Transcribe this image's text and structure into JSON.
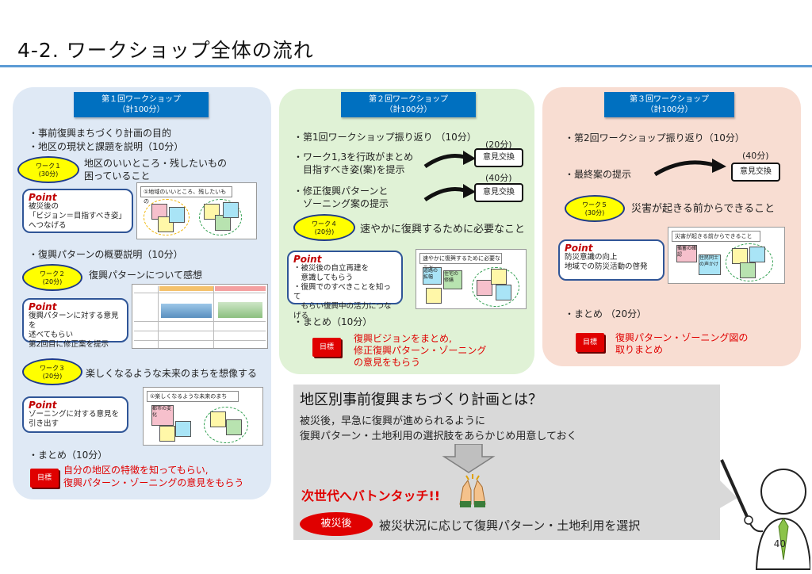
{
  "title": "4-2. ワークショップ全体の流れ",
  "page_number": "40",
  "ws1": {
    "ribbon_line1": "第１回ワークショップ",
    "ribbon_line2": "（計100分）",
    "items": [
      "・事前復興まちづくり計画の目的",
      "・地区の現状と課題を説明（10分）"
    ],
    "work1_label": "ワーク１",
    "work1_time": "(30分)",
    "work1_text1": "地区のいいところ・残したいもの",
    "work1_text2": "困っていること",
    "point1_title": "Point",
    "point1_lines": [
      "被災後の",
      "「ビジョン＝目指すべき姿」",
      "へつなげる"
    ],
    "thumb1_title": "①地域のいいところ、残したいもの",
    "item3": "・復興パターンの概要説明（10分）",
    "work2_label": "ワーク２",
    "work2_time": "(20分)",
    "work2_text": "復興パターンについて感想",
    "point2_title": "Point",
    "point2_lines": [
      "復興パターンに対する意見を",
      "述べてもらい",
      "第2回目に修正案を提示"
    ],
    "work3_label": "ワーク３",
    "work3_time": "(20分)",
    "work3_text": "楽しくなるような未来のまちを想像する",
    "point3_title": "Point",
    "point3_lines": [
      "ゾーニングに対する意見を",
      "引き出す"
    ],
    "thumb3_title": "①楽しくなるような未来のまち",
    "thumb3_note": "都市の変化",
    "summary": "・まとめ（10分）",
    "goal_label": "目標",
    "goal_text1": "自分の地区の特徴を知ってもらい,",
    "goal_text2": "復興パターン・ゾーニングの意見をもらう"
  },
  "ws2": {
    "ribbon_line1": "第２回ワークショップ",
    "ribbon_line2": "（計100分）",
    "item1": "・第1回ワークショップ振り返り （10分）",
    "item2a": "・ワーク1,3を行政がまとめ",
    "item2b": "　目指すべき姿(案)を提示",
    "time_a": "(20分)",
    "exchange_a": "意見交換",
    "item3a": "・修正復興パターンと",
    "item3b": "　ゾーニング案の提示",
    "time_b": "(40分)",
    "exchange_b": "意見交換",
    "work4_label": "ワーク４",
    "work4_time": "(20分)",
    "work4_text": "速やかに復興するために必要なこと",
    "point_title": "Point",
    "point_lines": [
      "・被災後の自立再建を",
      "　意識してもらう",
      "・復興でのすべきことを知って",
      "　もらい復興中の活力につなげる"
    ],
    "thumb_title": "速やかに復興するために必要なこと",
    "thumb_note1": "道路の拡幅",
    "thumb_note2": "住宅の修繕",
    "summary": "・まとめ（10分）",
    "goal_label": "目標",
    "goal_text1": "復興ビジョンをまとめ,",
    "goal_text2": "修正復興パターン・ゾーニング",
    "goal_text3": "の意見をもらう"
  },
  "ws3": {
    "ribbon_line1": "第３回ワークショップ",
    "ribbon_line2": "（計100分）",
    "item1": "・第2回ワークショップ振り返り（10分）",
    "time_a": "(40分)",
    "item2": "・最終案の提示",
    "exchange": "意見交換",
    "work5_label": "ワーク５",
    "work5_time": "(30分)",
    "work5_text": "災害が起きる前からできること",
    "point_title": "Point",
    "point_lines": [
      "防災意識の向上",
      "地域での防災活動の啓発"
    ],
    "thumb_title": "災害が起きる前からできること",
    "thumb_note1": "備蓄の確認",
    "thumb_note2": "住民同士の声かけ",
    "summary": "・まとめ （20分）",
    "goal_label": "目標",
    "goal_text1": "復興パターン・ゾーニング図の",
    "goal_text2": "取りまとめ"
  },
  "definition": {
    "heading": "地区別事前復興まちづくり計画とは？",
    "line1": "被災後，早急に復興が進められるように",
    "line2": "復興パターン・土地利用の選択肢をあらかじめ用意しておく",
    "baton": "次世代へバトンタッチ!!",
    "after_label": "被災後",
    "after_text": "被災状況に応じて復興パターン・土地利用を選択"
  },
  "colors": {
    "accent_blue": "#0070c0",
    "rule": "#5b9bd5",
    "goal_red": "#e00000",
    "work_yellow": "#ffff00"
  }
}
